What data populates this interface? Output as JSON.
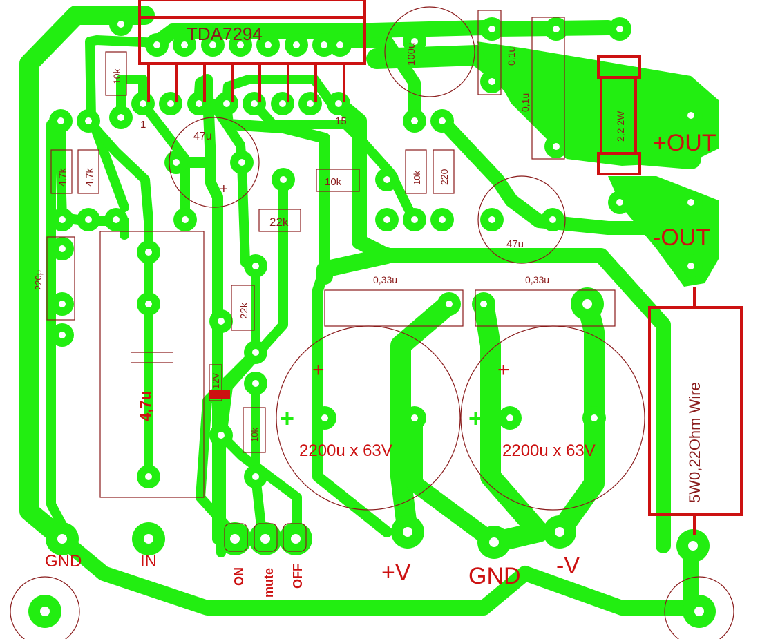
{
  "colors": {
    "copper": "#22ee11",
    "silkscreen": "#8a1c1c",
    "highlight": "#cc1111"
  },
  "ic": {
    "name": "TDA7294",
    "pin_first": "1",
    "pin_last": "15"
  },
  "components": {
    "r_top": "10k",
    "r_a": "4,7k",
    "r_b": "4,7k",
    "c_220p": "220p",
    "c_47u_top": "47u",
    "r_10k_h": "10k",
    "r_22k_h": "22k",
    "r_22k_v": "22k",
    "r_10k_v": "10k",
    "zener": "12V",
    "c_4_7u": "4,7u",
    "c_100u": "100u",
    "c_01u_a": "0,1u",
    "c_01u_b": "0,1u",
    "r_10k_r": "10k",
    "r_220": "220",
    "c_47u_r": "47u",
    "r_out": "2,2  2W",
    "c_033_a": "0,33u",
    "c_033_b": "0,33u",
    "c_big_a": "2200u x 63V",
    "c_big_b": "2200u x 63V",
    "r_5w": "5W0,22Ohm Wire",
    "plus": "+"
  },
  "labels": {
    "gnd_left": "GND",
    "in": "IN",
    "on": "ON",
    "mute": "mute",
    "off": "OFF",
    "plus_v": "+V",
    "gnd": "GND",
    "minus_v": "-V",
    "plus_out": "+OUT",
    "minus_out": "-OUT"
  }
}
